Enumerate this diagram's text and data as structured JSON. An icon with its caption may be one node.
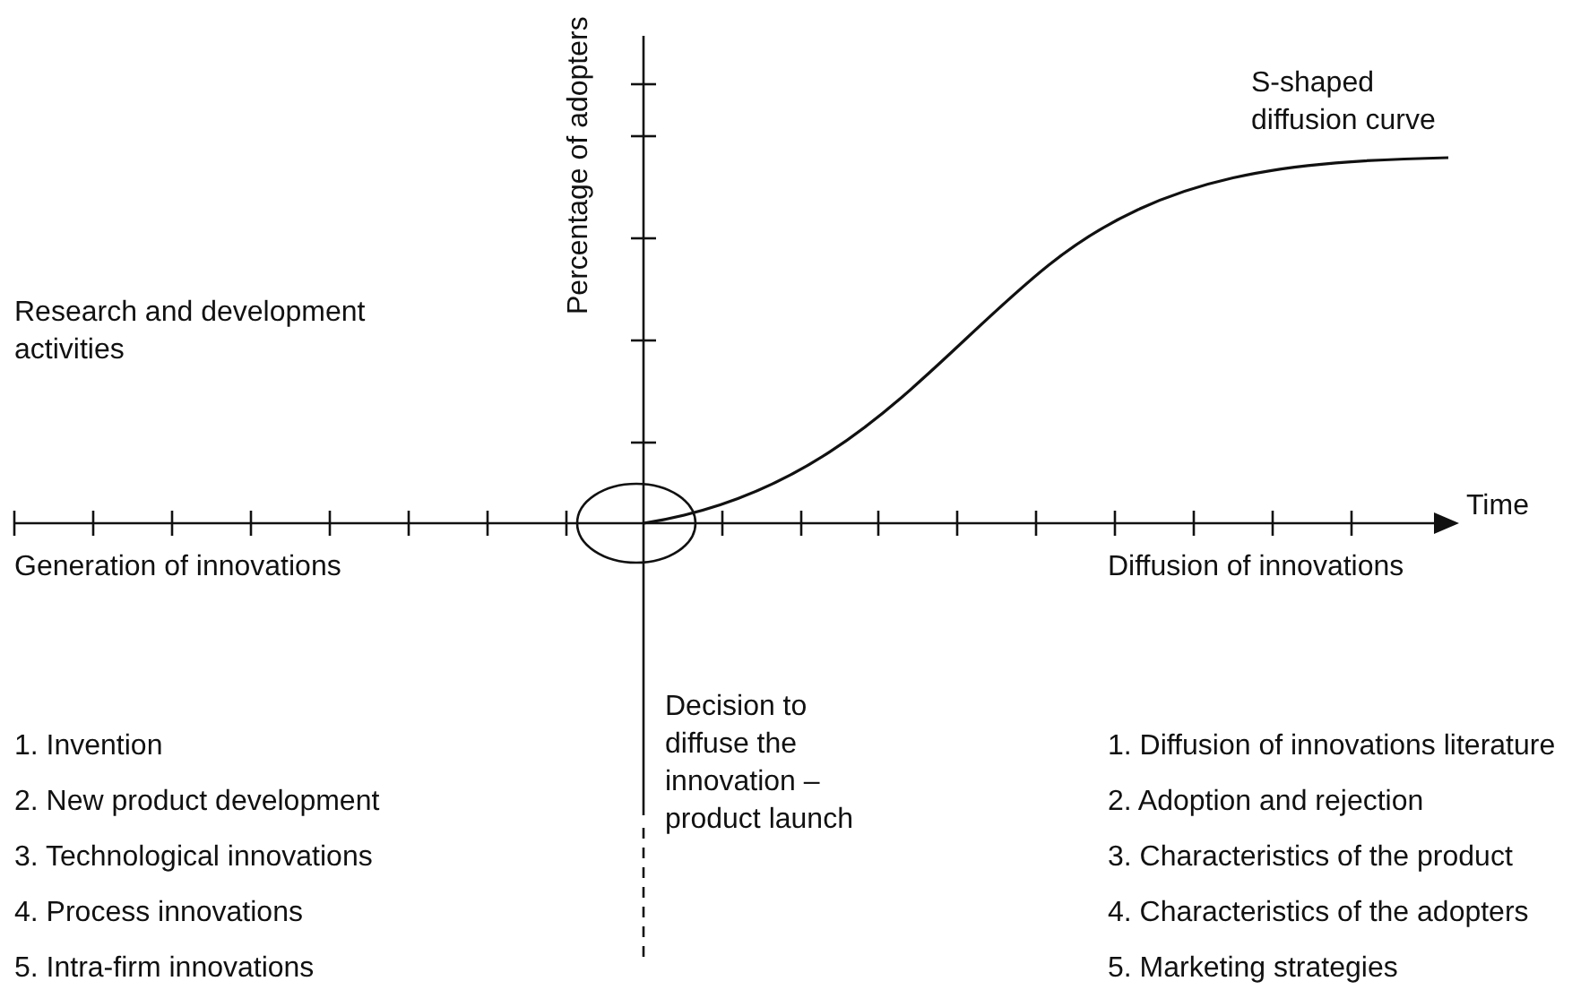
{
  "diagram": {
    "labels": [
      "S-shaped diffusion curve",
      "Percentage of adopters",
      "Research and development activities",
      "Time",
      "Generation of innovations",
      "Diffusion of innovations",
      "Decision to diffuse the innovation – product launch",
      "1. Invention",
      "1. Diffusion of innovations literature",
      "2. New product development",
      "2. Adoption and rejection",
      "3. Technological innovations",
      "3. Characteristics of the product",
      "4. Process innovations",
      "4. Characteristics of the adopters",
      "5. Intra-firm innovations",
      "5. Marketing strategies"
    ]
  }
}
